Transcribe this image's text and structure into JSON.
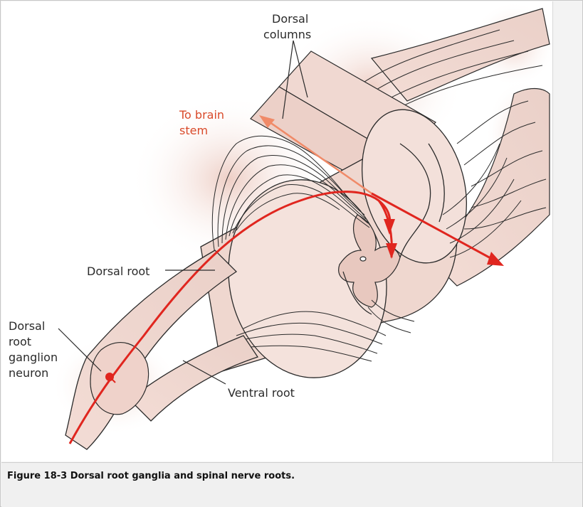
{
  "figure": {
    "labels": {
      "dorsal_columns": [
        "Dorsal",
        "columns"
      ],
      "to_brain_stem": [
        "To brain",
        "stem"
      ],
      "dorsal_root": "Dorsal root",
      "drg_neuron": [
        "Dorsal",
        "root",
        "ganglion",
        "neuron"
      ],
      "ventral_root": "Ventral root"
    },
    "colors": {
      "tissue": "#f1ddd7",
      "tissue_dark": "#e6c3b9",
      "halo": "#efd6cf",
      "line": "#2a2a2a",
      "pathway": "#e0261f",
      "pathway_light": "#f08a68"
    }
  },
  "caption": "Figure 18-3 Dorsal root ganglia and spinal nerve roots."
}
